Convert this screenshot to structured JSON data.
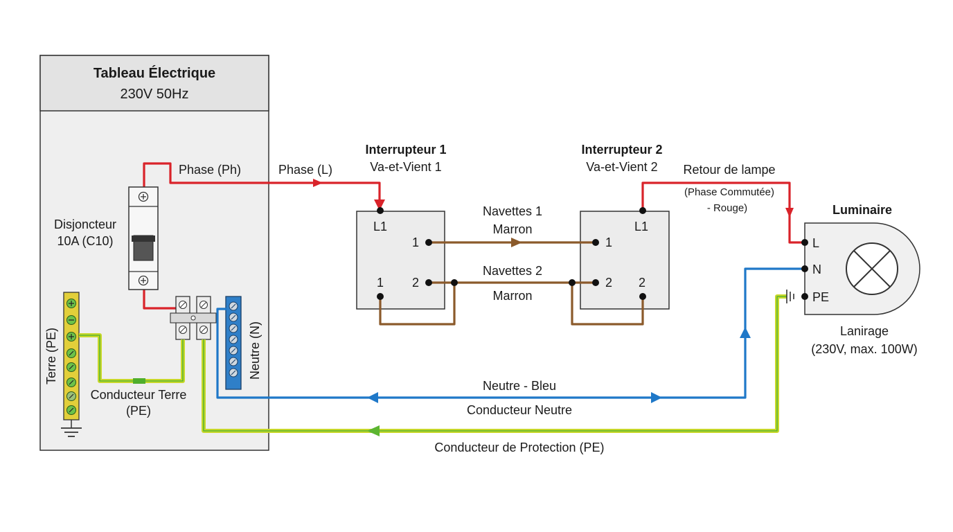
{
  "panel": {
    "title": "Tableau Électrique",
    "subtitle": "230V 50Hz",
    "breaker_label_1": "Disjoncteur",
    "breaker_label_2": "10A (C10)",
    "phase_label": "Phase (Ph)",
    "earth_bar_label": "Terre (PE)",
    "neutral_bar_label": "Neutre (N)",
    "earth_conductor_label_1": "Conducteur Terre",
    "earth_conductor_label_2": "(PE)"
  },
  "phase_line_label": "Phase (L)",
  "switch1": {
    "title": "Interrupteur 1",
    "subtitle": "Va-et-Vient 1",
    "terminal_l1": "L1",
    "terminal_1": "1",
    "terminal_2": "2",
    "bottom_1": "1",
    "bottom_2": "2"
  },
  "switch2": {
    "title": "Interrupteur 2",
    "subtitle": "Va-et-Vient 2",
    "terminal_l1": "L1",
    "terminal_1": "1",
    "terminal_2": "2",
    "bottom_2": "2"
  },
  "traveler1": {
    "label_1": "Navettes 1",
    "label_2": "Marron"
  },
  "traveler2": {
    "label_1": "Navettes 2",
    "label_2": "Marron"
  },
  "return": {
    "label_1": "Retour de lampe",
    "label_2": "(Phase Commutée)",
    "label_3": "- Rouge)"
  },
  "luminaire": {
    "title": "Luminaire",
    "terminal_l": "L",
    "terminal_n": "N",
    "terminal_pe": "PE",
    "caption_1": "Lanirage",
    "caption_2": "(230V, max. 100W)"
  },
  "neutral_line": {
    "label_top": "Neutre - Bleu",
    "label_bottom": "Conducteur Neutre"
  },
  "pe_line": {
    "label": "Conducteur de Protection (PE)"
  },
  "colors": {
    "phase": "#d9232a",
    "traveler": "#8b5a2b",
    "neutral": "#1f78c8",
    "earth_yellow": "#c8d82a",
    "earth_green": "#5cb531",
    "earth_bar": "#e2cf3a",
    "neutral_bar": "#2f7fc8"
  }
}
